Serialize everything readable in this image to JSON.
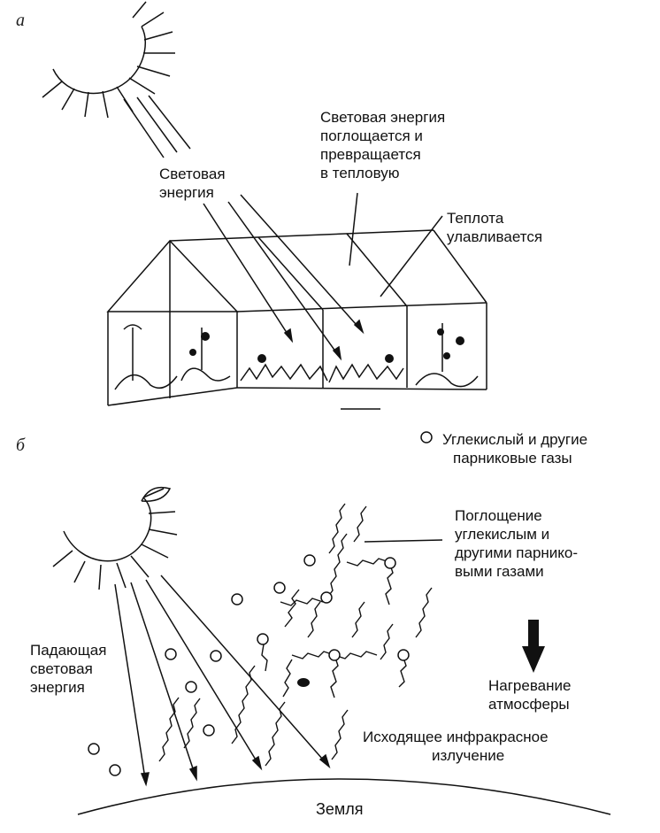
{
  "panel_a": {
    "letter": "а",
    "light_energy": [
      "Световая",
      "энергия"
    ],
    "absorbed": [
      "Световая энергия",
      "поглощается и",
      "превращается",
      "в тепловую"
    ],
    "heat_trapped": [
      "Теплота",
      "улавливается"
    ]
  },
  "panel_b": {
    "letter": "б",
    "legend_text": [
      "Углекислый и другие",
      "парниковые газы"
    ],
    "absorption": [
      "Поглощение",
      "углекислым и",
      "другими парнико-",
      "выми газами"
    ],
    "incoming": [
      "Падающая",
      "световая",
      "энергия"
    ],
    "heating": [
      "Нагревание",
      "атмосферы"
    ],
    "outgoing_ir": [
      "Исходящее инфракрасное",
      "излучение"
    ],
    "earth": "Земля"
  }
}
